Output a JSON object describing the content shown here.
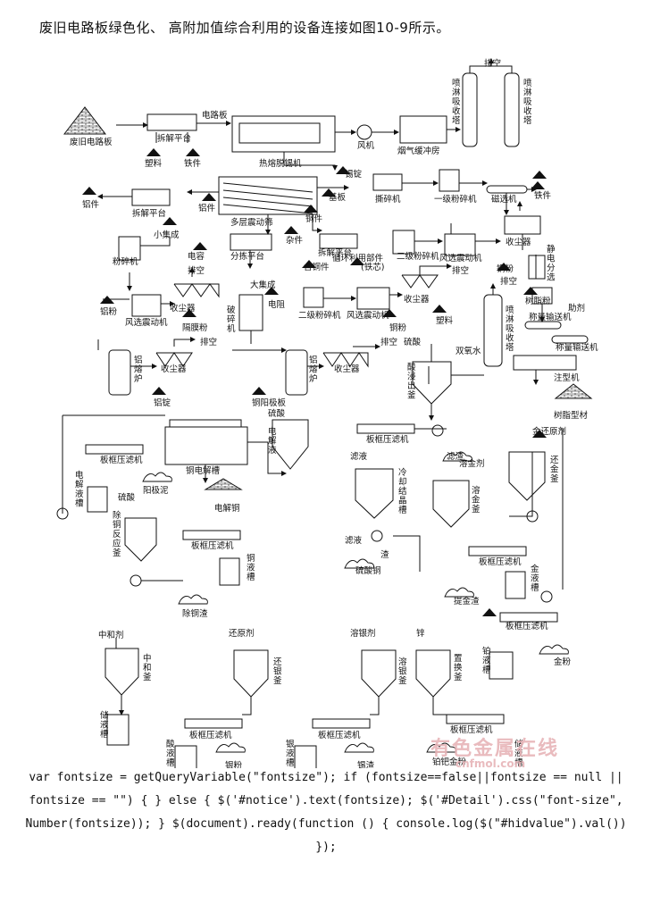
{
  "heading": "废旧电路板绿色化、 高附加值综合利用的设备连接如图10-9所示。",
  "labels": [
    {
      "id": "paikong-1",
      "text": "排空"
    },
    {
      "id": "penlin-1",
      "text": "喷淋吸收塔"
    },
    {
      "id": "penlin-2",
      "text": "喷淋吸收塔"
    },
    {
      "id": "feijiu",
      "text": "废旧电路板"
    },
    {
      "id": "dianluban",
      "text": "电路板"
    },
    {
      "id": "chaijie-1",
      "text": "拆解平台"
    },
    {
      "id": "suliao-1",
      "text": "塑料"
    },
    {
      "id": "tiejian-1",
      "text": "铁件"
    },
    {
      "id": "fengji",
      "text": "风机"
    },
    {
      "id": "yanqi",
      "text": "烟气缓冲房"
    },
    {
      "id": "rerong",
      "text": "热熔脱锡机"
    },
    {
      "id": "xiding",
      "text": "锡锭"
    },
    {
      "id": "lvjian-1",
      "text": "铝件"
    },
    {
      "id": "lvjian-2",
      "text": "铝件"
    },
    {
      "id": "chaijie-2",
      "text": "拆解平台"
    },
    {
      "id": "jiban",
      "text": "基板"
    },
    {
      "id": "tongjian",
      "text": "铜件"
    },
    {
      "id": "duoceng",
      "text": "多层震动筛"
    },
    {
      "id": "zajian",
      "text": "杂件"
    },
    {
      "id": "sisui",
      "text": "撕碎机"
    },
    {
      "id": "yiji",
      "text": "一级粉碎机"
    },
    {
      "id": "cixuan",
      "text": "磁选机"
    },
    {
      "id": "tiejian-2",
      "text": "铁件"
    },
    {
      "id": "xiaojicheng",
      "text": "小集成"
    },
    {
      "id": "fensuiji",
      "text": "粉碎机"
    },
    {
      "id": "dianrong",
      "text": "电容"
    },
    {
      "id": "fenjian",
      "text": "分拣平台"
    },
    {
      "id": "chaijie-3",
      "text": "拆解平台"
    },
    {
      "id": "xunhuan",
      "text": "循环利用部件"
    },
    {
      "id": "tiexin",
      "text": "(铁芯)"
    },
    {
      "id": "hantong",
      "text": "含铜件"
    },
    {
      "id": "erji-1",
      "text": "二级粉碎机"
    },
    {
      "id": "paikong-2",
      "text": "排空"
    },
    {
      "id": "paikong-3",
      "text": "排空"
    },
    {
      "id": "shouchen-1",
      "text": "收尘器"
    },
    {
      "id": "shouchen-2",
      "text": "收尘器"
    },
    {
      "id": "shouchen-3",
      "text": "收尘器"
    },
    {
      "id": "shouchen-4",
      "text": "收尘器"
    },
    {
      "id": "shouchen-5",
      "text": "收尘器"
    },
    {
      "id": "fengxuan-1",
      "text": "风选震动机"
    },
    {
      "id": "fengxuan-2",
      "text": "风选震动机"
    },
    {
      "id": "fengxuan-3",
      "text": "风选震动机"
    },
    {
      "id": "erji-2",
      "text": "二级粉碎机"
    },
    {
      "id": "tongfen-1",
      "text": "铜粉"
    },
    {
      "id": "tongfen-2",
      "text": "铜粉"
    },
    {
      "id": "lvfen",
      "text": "铝粉"
    },
    {
      "id": "gemo",
      "text": "隔膜粉"
    },
    {
      "id": "dajicheng",
      "text": "大集成"
    },
    {
      "id": "dianzu",
      "text": "电阻"
    },
    {
      "id": "posuiji",
      "text": "破碎机"
    },
    {
      "id": "jingdian",
      "text": "静电分选"
    },
    {
      "id": "shuzhi",
      "text": "树脂粉"
    },
    {
      "id": "zhuji",
      "text": "助剂"
    },
    {
      "id": "chengliang-1",
      "text": "称量输送机"
    },
    {
      "id": "chengliang-2",
      "text": "称量输送机"
    },
    {
      "id": "zhuxing",
      "text": "注型机"
    },
    {
      "id": "shuzhixingcai",
      "text": "树脂型材"
    },
    {
      "id": "suliao-2",
      "text": "塑料"
    },
    {
      "id": "penlin-3",
      "text": "喷淋吸收塔"
    },
    {
      "id": "paikong-4",
      "text": "排空"
    },
    {
      "id": "paikong-5",
      "text": "排空"
    },
    {
      "id": "paikong-6",
      "text": "排空"
    },
    {
      "id": "lvronglu-1",
      "text": "铝熔炉"
    },
    {
      "id": "lvronglu-2",
      "text": "铝熔炉"
    },
    {
      "id": "lvding",
      "text": "铝锭"
    },
    {
      "id": "tongyangji",
      "text": "铜阳极板"
    },
    {
      "id": "liusuan-1",
      "text": "硫酸"
    },
    {
      "id": "liusuan-2",
      "text": "硫酸"
    },
    {
      "id": "liusuan-3",
      "text": "硫酸"
    },
    {
      "id": "shuangyang",
      "text": "双氧水"
    },
    {
      "id": "suanjin",
      "text": "酸浸出釜"
    },
    {
      "id": "tongdianjie",
      "text": "铜电解槽"
    },
    {
      "id": "dianjietong",
      "text": "电解铜"
    },
    {
      "id": "dianjieye-1",
      "text": "电解液"
    },
    {
      "id": "dianjieye-2",
      "text": "电解液槽"
    },
    {
      "id": "yangjini",
      "text": "阳极泥"
    },
    {
      "id": "banyajiji-1",
      "text": "板框压滤机"
    },
    {
      "id": "banyajiji-2",
      "text": "板框压滤机"
    },
    {
      "id": "banyajiji-3",
      "text": "板框压滤机"
    },
    {
      "id": "banyajiji-4",
      "text": "板框压滤机"
    },
    {
      "id": "banyajiji-5",
      "text": "板框压滤机"
    },
    {
      "id": "banyajiji-6",
      "text": "板框压滤机"
    },
    {
      "id": "banyajiji-7",
      "text": "板框压滤机"
    },
    {
      "id": "banyajiji-8",
      "text": "板框压滤机"
    },
    {
      "id": "chutong",
      "text": "除铜反应釜"
    },
    {
      "id": "tongyecao",
      "text": "铜液槽"
    },
    {
      "id": "chutongzha",
      "text": "除铜渣"
    },
    {
      "id": "lvye-1",
      "text": "滤液"
    },
    {
      "id": "lvye-2",
      "text": "滤液"
    },
    {
      "id": "lengque",
      "text": "冷却结晶槽"
    },
    {
      "id": "zha",
      "text": "渣"
    },
    {
      "id": "liusuantong",
      "text": "硫酸铜"
    },
    {
      "id": "lvzha",
      "text": "滤渣"
    },
    {
      "id": "rongjinji",
      "text": "溶金剂"
    },
    {
      "id": "rongjinfu",
      "text": "溶金釜"
    },
    {
      "id": "tijinzha",
      "text": "提金渣"
    },
    {
      "id": "jinhuanyuan",
      "text": "金还原剂"
    },
    {
      "id": "huanjinfu",
      "text": "还金釜"
    },
    {
      "id": "jinyecao",
      "text": "金液槽"
    },
    {
      "id": "jinfen",
      "text": "金粉"
    },
    {
      "id": "zhongheji",
      "text": "中和剂"
    },
    {
      "id": "zhonghefu",
      "text": "中和釜"
    },
    {
      "id": "chuyecao",
      "text": "储液槽"
    },
    {
      "id": "huanyuanji",
      "text": "还原剂"
    },
    {
      "id": "huanyinfu",
      "text": "还银釜"
    },
    {
      "id": "suanyecao",
      "text": "酸液槽"
    },
    {
      "id": "yinfen",
      "text": "银粉"
    },
    {
      "id": "rongyinji",
      "text": "溶银剂"
    },
    {
      "id": "rongyinfu",
      "text": "溶银釜"
    },
    {
      "id": "yinyecao",
      "text": "银液槽"
    },
    {
      "id": "xizha",
      "text": "锡渣"
    },
    {
      "id": "xin",
      "text": "锌"
    },
    {
      "id": "zhihuanfu",
      "text": "置换釜"
    },
    {
      "id": "boyecao",
      "text": "铂液槽"
    },
    {
      "id": "boba",
      "text": "铂钯金粉"
    },
    {
      "id": "zhongliyecao",
      "text": "储液槽"
    }
  ],
  "watermark": "有色金属在线",
  "watermark_url": "cnfmol.com",
  "code_text": "var fontsize = getQueryVariable(\"fontsize\"); if (fontsize==false||fontsize == null || fontsize == \"\") { } else { $('#notice').text(fontsize); $('#Detail').css(\"font-size\", Number(fontsize)); } $(document).ready(function () { console.log($(\"#hidvalue\").val()) });"
}
